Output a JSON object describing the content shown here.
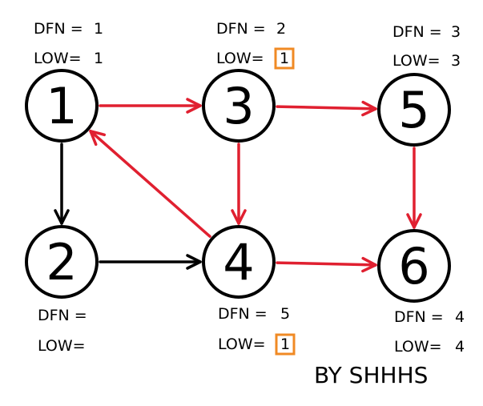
{
  "colors": {
    "tree_edge": "#E02030",
    "other_edge": "#000000",
    "highlight": "#F08A24"
  },
  "nodes": [
    {
      "id": "1",
      "label": "1",
      "dfn_text": "DFN =",
      "dfn": "1",
      "low_text": "LOW=",
      "low": "1",
      "low_highlight": false
    },
    {
      "id": "2",
      "label": "2",
      "dfn_text": "DFN =",
      "dfn": "",
      "low_text": "LOW=",
      "low": "",
      "low_highlight": false
    },
    {
      "id": "3",
      "label": "3",
      "dfn_text": "DFN =",
      "dfn": "2",
      "low_text": "LOW=",
      "low": "1",
      "low_highlight": true
    },
    {
      "id": "4",
      "label": "4",
      "dfn_text": "DFN =",
      "dfn": "5",
      "low_text": "LOW=",
      "low": "1",
      "low_highlight": true
    },
    {
      "id": "5",
      "label": "5",
      "dfn_text": "DFN =",
      "dfn": "3",
      "low_text": "LOW=",
      "low": "3",
      "low_highlight": false
    },
    {
      "id": "6",
      "label": "6",
      "dfn_text": "DFN =",
      "dfn": "4",
      "low_text": "LOW=",
      "low": "4",
      "low_highlight": false
    }
  ],
  "edges": [
    {
      "from": "1",
      "to": "3",
      "color": "red"
    },
    {
      "from": "3",
      "to": "5",
      "color": "red"
    },
    {
      "from": "5",
      "to": "6",
      "color": "red"
    },
    {
      "from": "3",
      "to": "4",
      "color": "red"
    },
    {
      "from": "4",
      "to": "6",
      "color": "red"
    },
    {
      "from": "4",
      "to": "1",
      "color": "red"
    },
    {
      "from": "1",
      "to": "2",
      "color": "black"
    },
    {
      "from": "2",
      "to": "4",
      "color": "black"
    }
  ],
  "credit": "BY SHHHS"
}
